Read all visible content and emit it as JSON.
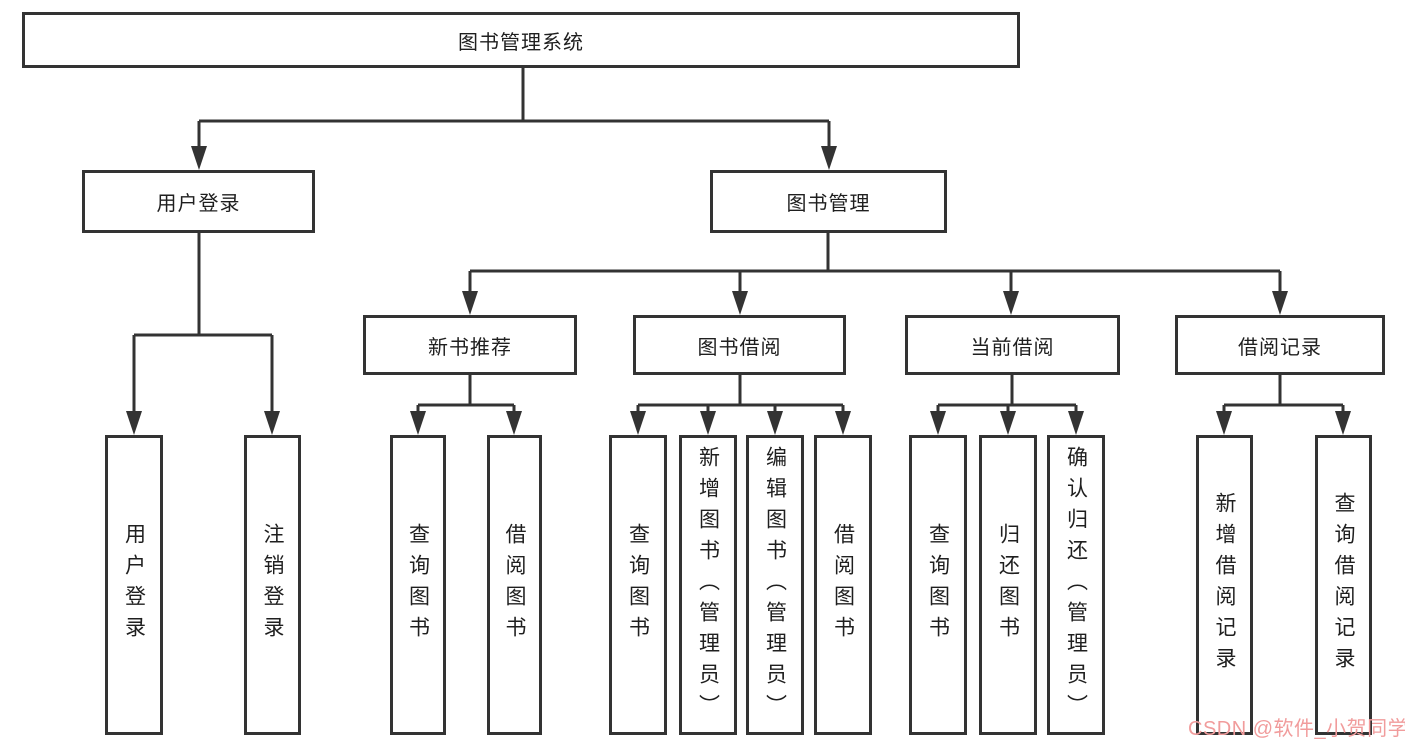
{
  "tree": {
    "root": {
      "label": "图书管理系统"
    },
    "children": [
      {
        "label": "用户登录",
        "children": [
          {
            "label": "用户登录"
          },
          {
            "label": "注销登录"
          }
        ]
      },
      {
        "label": "图书管理",
        "children": [
          {
            "label": "新书推荐",
            "children": [
              {
                "label": "查询图书"
              },
              {
                "label": "借阅图书"
              }
            ]
          },
          {
            "label": "图书借阅",
            "children": [
              {
                "label": "查询图书"
              },
              {
                "label": "新增图书（管理员）"
              },
              {
                "label": "编辑图书（管理员）"
              },
              {
                "label": "借阅图书"
              }
            ]
          },
          {
            "label": "当前借阅",
            "children": [
              {
                "label": "查询图书"
              },
              {
                "label": "归还图书"
              },
              {
                "label": "确认归还（管理员）"
              }
            ]
          },
          {
            "label": "借阅记录",
            "children": [
              {
                "label": "新增借阅记录"
              },
              {
                "label": "查询借阅记录"
              }
            ]
          }
        ]
      }
    ]
  },
  "watermark": {
    "text": "CSDN @软件_小贺同学"
  },
  "colors": {
    "line": "#333333",
    "text": "#1f1f1f",
    "background": "#ffffff",
    "watermark": "#f19c9c"
  }
}
